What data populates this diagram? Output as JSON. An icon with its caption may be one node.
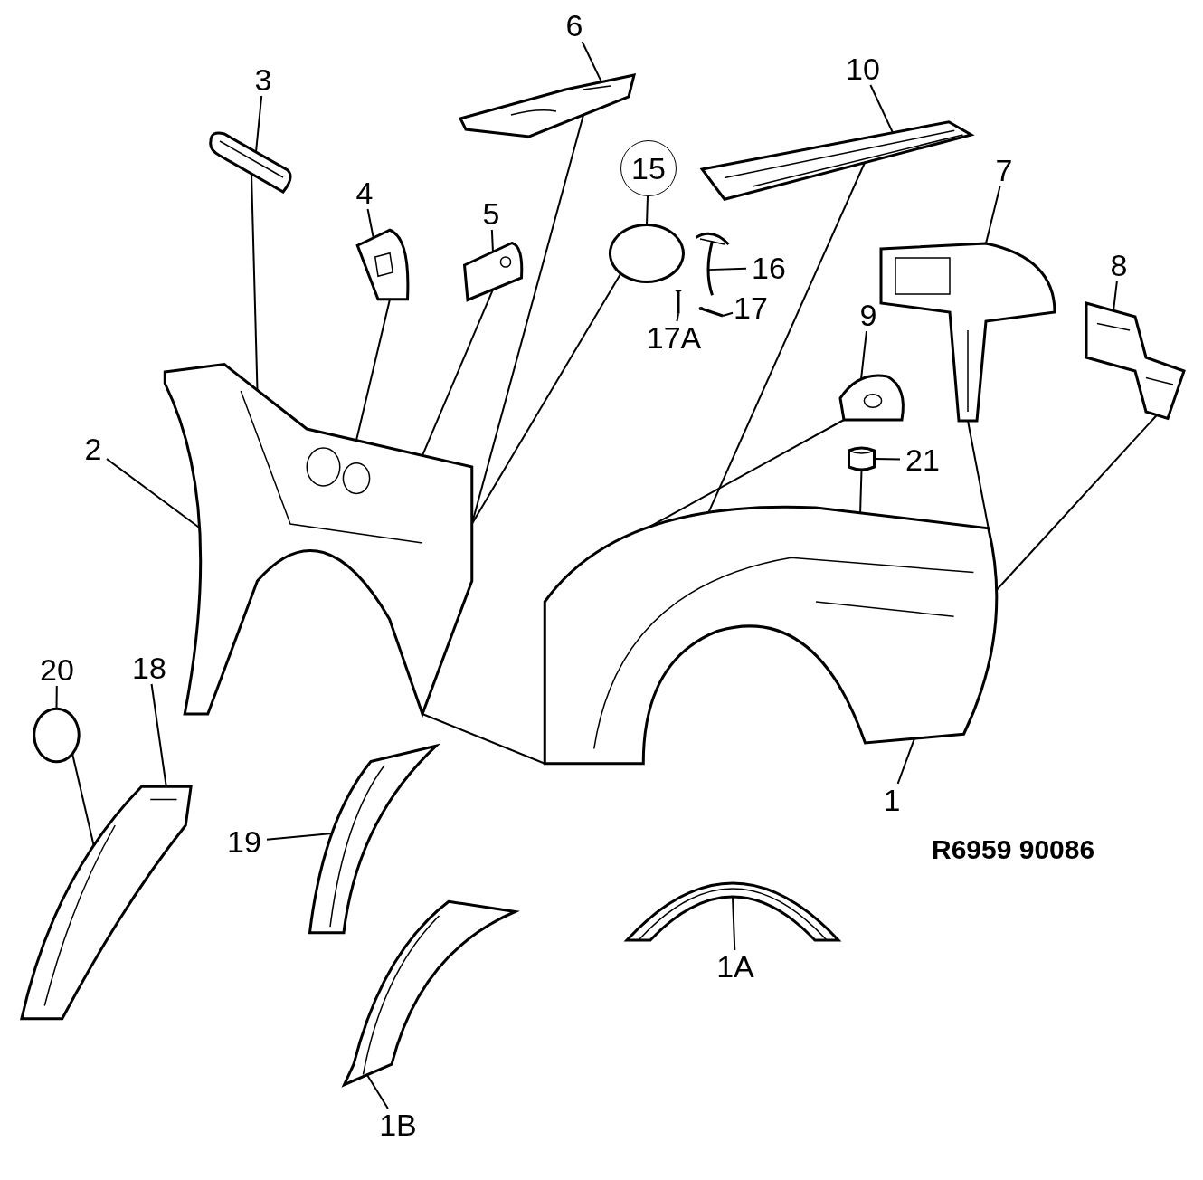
{
  "diagram": {
    "nodes": [
      {
        "text": [
          "1"
        ]
      },
      {
        "text": [],
        "shape": "picture"
      },
      {
        "text": [
          "1A"
        ]
      },
      {
        "text": [],
        "shape": "picture"
      },
      {
        "text": [
          "1B"
        ]
      },
      {
        "text": [],
        "shape": "picture"
      },
      {
        "text": [
          "2"
        ]
      },
      {
        "text": [],
        "shape": "picture"
      },
      {
        "text": [
          "3"
        ]
      },
      {
        "text": [],
        "shape": "picture"
      },
      {
        "text": [
          "4"
        ]
      },
      {
        "text": [],
        "shape": "picture"
      },
      {
        "text": [
          "5"
        ]
      },
      {
        "text": [],
        "shape": "picture"
      },
      {
        "text": [
          "6"
        ]
      },
      {
        "text": [],
        "shape": "picture"
      },
      {
        "text": [
          "7"
        ]
      },
      {
        "text": [],
        "shape": "picture"
      },
      {
        "text": [
          "8"
        ]
      },
      {
        "text": [],
        "shape": "picture"
      },
      {
        "text": [
          "9"
        ]
      },
      {
        "text": [],
        "shape": "picture"
      },
      {
        "text": [
          "10"
        ]
      },
      {
        "text": [],
        "shape": "picture"
      },
      {
        "text": [
          "15"
        ]
      },
      {
        "text": [],
        "shape": "circle"
      },
      {
        "text": [
          "16"
        ]
      },
      {
        "text": [],
        "shape": "picture"
      },
      {
        "text": [
          "17"
        ]
      },
      {
        "text": [],
        "shape": "picture"
      },
      {
        "text": [
          "17A"
        ]
      },
      {
        "text": [],
        "shape": "picture"
      },
      {
        "text": [
          "18"
        ]
      },
      {
        "text": [],
        "shape": "picture"
      },
      {
        "text": [
          "19"
        ]
      },
      {
        "text": [],
        "shape": "picture"
      },
      {
        "text": [
          "20"
        ]
      },
      {
        "text": [],
        "shape": "circle"
      },
      {
        "text": [
          "21"
        ]
      },
      {
        "text": [],
        "shape": "cylinder"
      }
    ],
    "edges": [
      {
        "from": 0,
        "to": 1,
        "arrow": "none"
      },
      {
        "from": 2,
        "to": 3,
        "arrow": "none"
      },
      {
        "from": 4,
        "to": 5,
        "arrow": "none"
      },
      {
        "from": 6,
        "to": 7,
        "arrow": "none"
      },
      {
        "from": 8,
        "to": 9,
        "arrow": "none"
      },
      {
        "from": 9,
        "to": 7,
        "arrow": "none"
      },
      {
        "from": 10,
        "to": 11,
        "arrow": "none"
      },
      {
        "from": 11,
        "to": 7,
        "arrow": "none"
      },
      {
        "from": 12,
        "to": 13,
        "arrow": "none"
      },
      {
        "from": 13,
        "to": 7,
        "arrow": "none"
      },
      {
        "from": 14,
        "to": 15,
        "arrow": "none"
      },
      {
        "from": 15,
        "to": 7,
        "arrow": "none"
      },
      {
        "from": 16,
        "to": 17,
        "arrow": "none"
      },
      {
        "from": 17,
        "to": 1,
        "arrow": "none"
      },
      {
        "from": 18,
        "to": 19,
        "arrow": "none"
      },
      {
        "from": 19,
        "to": 1,
        "arrow": "none"
      },
      {
        "from": 20,
        "to": 21,
        "arrow": "none"
      },
      {
        "from": 21,
        "to": 1,
        "arrow": "none"
      },
      {
        "from": 22,
        "to": 23,
        "arrow": "none"
      },
      {
        "from": 23,
        "to": 1,
        "arrow": "none"
      },
      {
        "from": 24,
        "to": 25,
        "arrow": "none"
      },
      {
        "from": 25,
        "to": 7,
        "arrow": "none"
      },
      {
        "from": 26,
        "to": 27,
        "arrow": "none"
      },
      {
        "from": 28,
        "to": 29,
        "arrow": "none"
      },
      {
        "from": 30,
        "to": 31,
        "arrow": "none"
      },
      {
        "from": 32,
        "to": 33,
        "arrow": "none"
      },
      {
        "from": 34,
        "to": 35,
        "arrow": "none"
      },
      {
        "from": 36,
        "to": 37,
        "arrow": "none"
      },
      {
        "from": 37,
        "to": 33,
        "arrow": "none"
      },
      {
        "from": 38,
        "to": 39,
        "arrow": "none"
      },
      {
        "from": 39,
        "to": 1,
        "arrow": "none"
      },
      {
        "from": 7,
        "to": 1,
        "arrow": "none"
      }
    ],
    "labels": [
      "R6959 90086"
    ]
  }
}
